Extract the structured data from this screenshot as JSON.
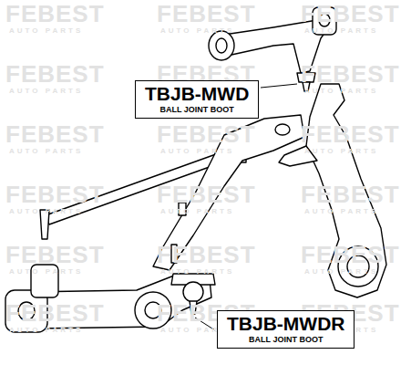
{
  "diagram": {
    "nodes": [
      {
        "text": [
          "TBJB-MWD",
          "BALL JOINT BOOT"
        ]
      },
      {
        "text": [
          "TBJB-MWDR",
          "BALL JOINT BOOT"
        ]
      }
    ],
    "labels": [
      "FEBEST",
      "AUTO PARTS",
      "FEBEST",
      "AUTO PARTS",
      "FEBEST",
      "AUTO PARTS",
      "FEBEST",
      "AUTO PARTS",
      "FEBEST",
      "AUTO PARTS",
      "FEBEST",
      "AUTO PARTS",
      "FEBEST",
      "AUTO PARTS",
      "FEBEST",
      "AUTO PARTS",
      "FEBEST",
      "AUTO PARTS",
      "FEBEST",
      "AUTO PARTS",
      "FEBEST",
      "AUTO PARTS",
      "FEBEST",
      "AUTO PARTS",
      "FEBEST",
      "AUTO PARTS",
      "FEBEST",
      "AUTO PARTS",
      "FEBEST",
      "AUTO PARTS",
      "FEBEST",
      "AUTO PARTS",
      "FEBEST",
      "AUTO PARTS",
      "FEBEST",
      "AUTO PARTS"
    ]
  }
}
